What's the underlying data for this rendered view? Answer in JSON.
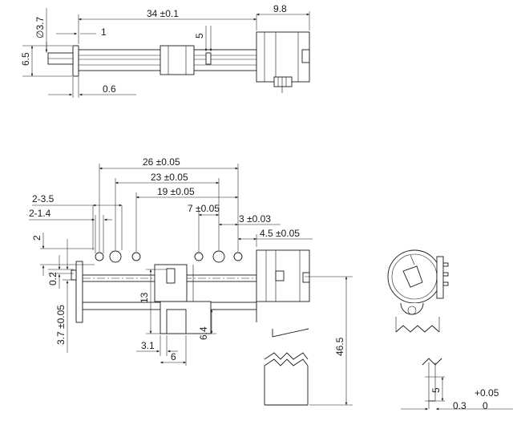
{
  "top_view": {
    "length": "34 ±0.1",
    "motor_width": "9.8",
    "diameter": "∅3.7",
    "offset_1": "1",
    "dim_5": "5",
    "height": "6.5",
    "dim_06": "0.6"
  },
  "front_view": {
    "d26": "26 ±0.05",
    "d23": "23 ±0.05",
    "d19": "19 ±0.05",
    "d35": "2-3.5",
    "d14": "2-1.4",
    "d7": "7 ±0.05",
    "d3": "3 ±0.03",
    "d45": "4.5 ±0.05",
    "d2": "2",
    "d02": "0.2",
    "d37": "3.7 ±0.05",
    "d13": "13",
    "d64": "6.4",
    "d31": "3.1",
    "d6": "6",
    "d465": "46.5"
  },
  "detail_view": {
    "d5": "5",
    "tol": "+0.05",
    "d03": "0.3",
    "d0": "0"
  }
}
